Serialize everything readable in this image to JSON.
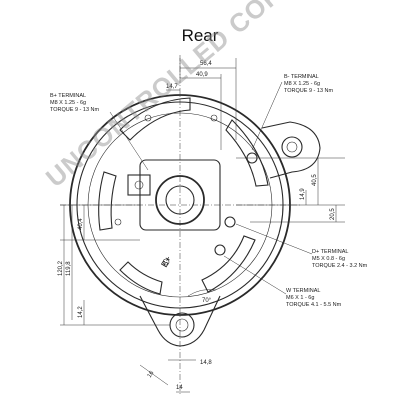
{
  "title": "Rear",
  "watermark": "UNCONTROLLED COPY",
  "dimensions": {
    "d56_4": "56,4",
    "d40_9": "40,9",
    "d14_7": "14,7",
    "d14_9": "14,9",
    "d40_5": "40,5",
    "d20_5": "20,5",
    "d40_4": "40,4",
    "d120_2": "120,2",
    "d119_8": "119,8",
    "d14_2": "14,2",
    "d70": "70°",
    "d16": "16",
    "d14_8": "14,8",
    "d14": "14"
  },
  "callouts": {
    "b_plus_left": {
      "line1": "B+ TERMINAL",
      "line2": "M8 X 1.25 - 6g",
      "line3": "TORQUE 9 - 13 Nm"
    },
    "b_minus": {
      "line1": "B- TERMINAL",
      "line2": "M8 X 1.25 - 6g",
      "line3": "TORQUE 9 - 13 Nm"
    },
    "d_plus": {
      "line1": "D+ TERMINAL",
      "line2": "M5 X 0.8 - 6g",
      "line3": "TORQUE 2.4 - 3.2 Nm"
    },
    "w": {
      "line1": "W TERMINAL",
      "line2": "M6 X 1 - 6g",
      "line3": "TORQUE 4.1 - 5.5 Nm"
    }
  },
  "marks": {
    "b_plus_mark": "B+"
  }
}
